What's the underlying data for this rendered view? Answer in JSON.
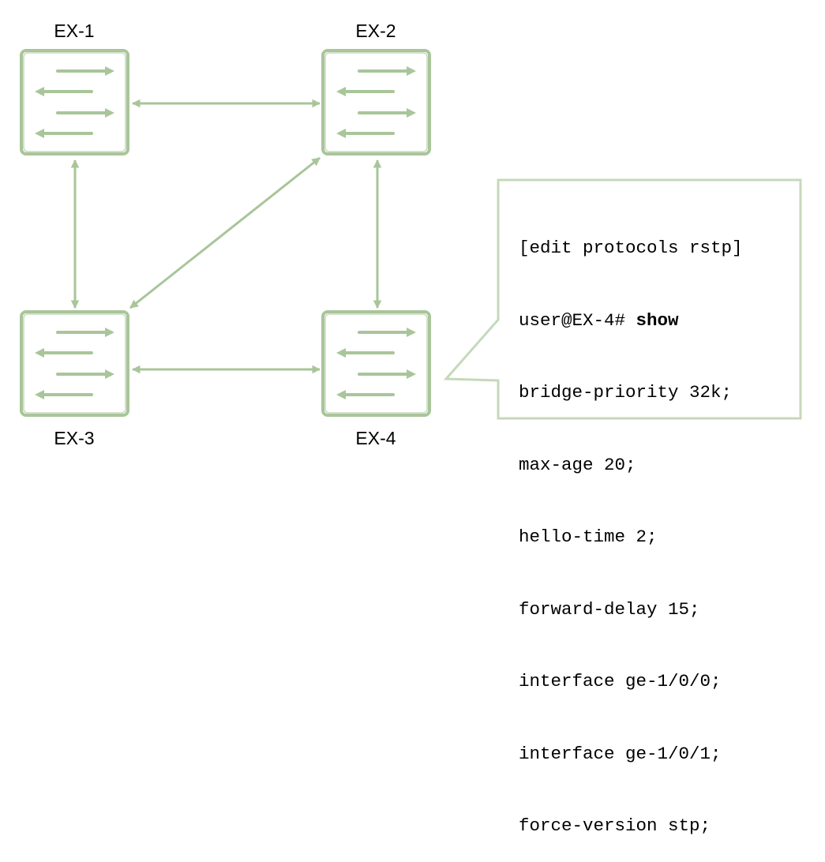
{
  "colors": {
    "stroke": "#a9c59a",
    "fill": "#ffffff"
  },
  "switches": [
    {
      "id": "ex1",
      "label": "EX-1",
      "icon": "switch-icon"
    },
    {
      "id": "ex2",
      "label": "EX-2",
      "icon": "switch-icon"
    },
    {
      "id": "ex3",
      "label": "EX-3",
      "icon": "switch-icon"
    },
    {
      "id": "ex4",
      "label": "EX-4",
      "icon": "switch-icon"
    }
  ],
  "links": [
    {
      "from": "EX-1",
      "to": "EX-2"
    },
    {
      "from": "EX-1",
      "to": "EX-3"
    },
    {
      "from": "EX-2",
      "to": "EX-3"
    },
    {
      "from": "EX-2",
      "to": "EX-4"
    },
    {
      "from": "EX-3",
      "to": "EX-4"
    }
  ],
  "config": {
    "line1": "[edit protocols rstp]",
    "prompt": "user@EX-4# ",
    "command": "show",
    "line3": "bridge-priority 32k;",
    "line4": "max-age 20;",
    "line5": "hello-time 2;",
    "line6": "forward-delay 15;",
    "line7": "interface ge-1/0/0;",
    "line8": "interface ge-1/0/1;",
    "line9": "force-version stp;"
  }
}
